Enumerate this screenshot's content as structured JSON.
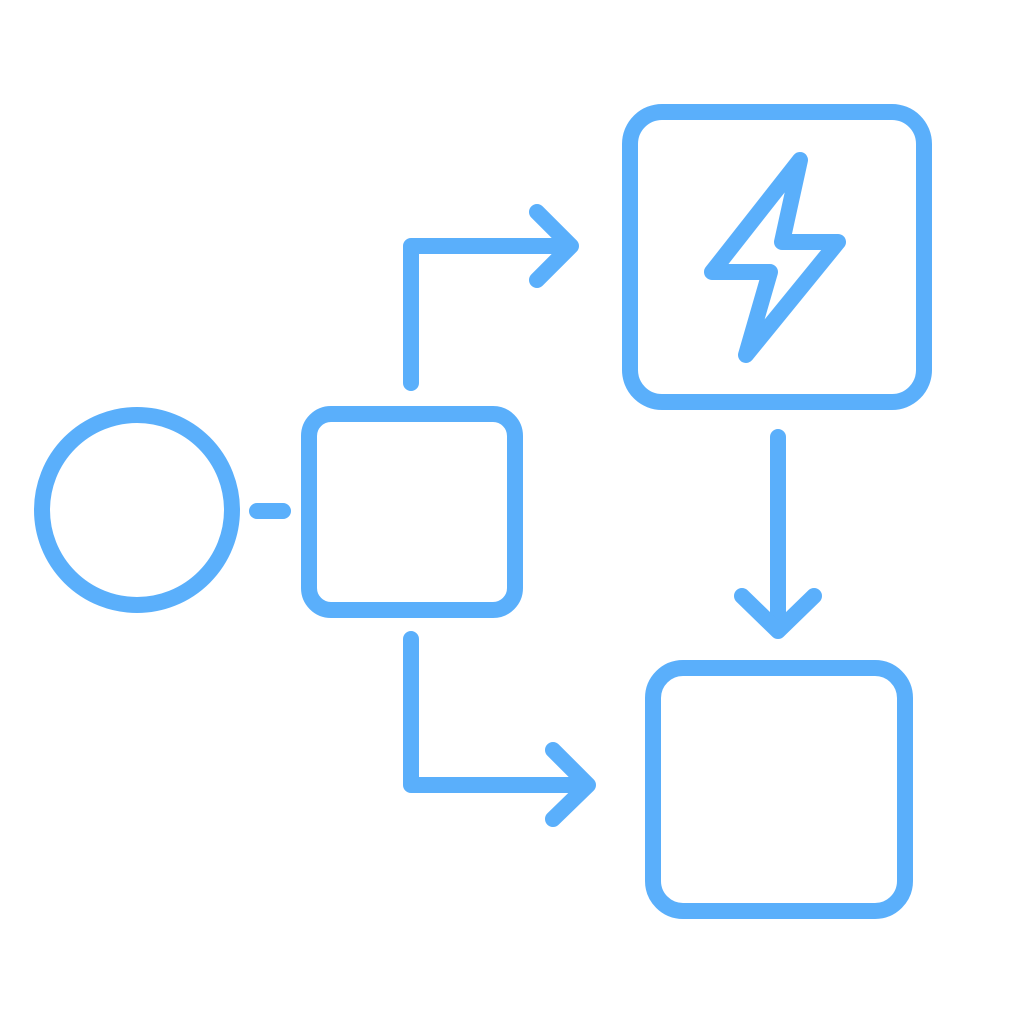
{
  "diagram": {
    "type": "flowchart-icon",
    "stroke_color": "#5AAFFB",
    "background_color": "#FFFFFF",
    "nodes": [
      {
        "id": "start",
        "shape": "circle",
        "icon": null
      },
      {
        "id": "process",
        "shape": "rounded-square",
        "icon": null
      },
      {
        "id": "action",
        "shape": "rounded-square",
        "icon": "lightning-bolt-icon"
      },
      {
        "id": "result",
        "shape": "rounded-square",
        "icon": null
      }
    ],
    "edges": [
      {
        "from": "start",
        "to": "process",
        "arrow": false
      },
      {
        "from": "process",
        "to": "action",
        "arrow": true
      },
      {
        "from": "process",
        "to": "result",
        "arrow": true
      },
      {
        "from": "action",
        "to": "result",
        "arrow": true
      }
    ]
  }
}
